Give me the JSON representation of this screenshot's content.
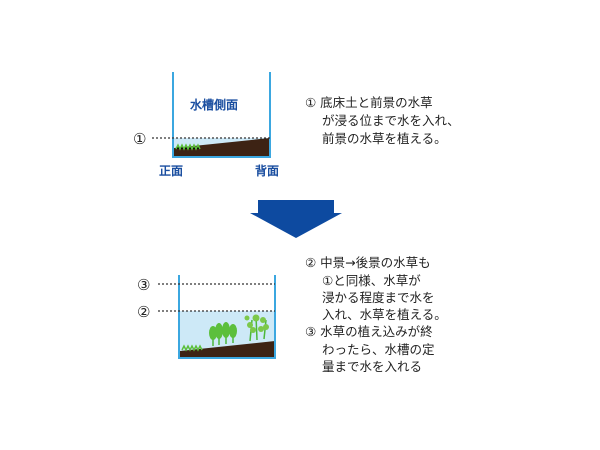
{
  "colors": {
    "wall": "#3ba7e0",
    "soil": "#3d2314",
    "water": "#cde9f7",
    "arrow": "#0d4aa0",
    "label": "#1a4ea0",
    "plant": "#5cbf3c"
  },
  "top_diagram": {
    "title": "水槽側面",
    "front": "正面",
    "back": "背面",
    "marker": "①"
  },
  "bottom_diagram": {
    "marker_3": "③",
    "marker_2": "②"
  },
  "step1": [
    "① 底床土と前景の水草",
    "が浸る位まで水を入れ、",
    "前景の水草を植える。"
  ],
  "step2": [
    "② 中景→後景の水草も",
    "①と同様、水草が",
    "浸かる程度まで水を",
    "入れ、水草を植える。"
  ],
  "step3": [
    "③ 水草の植え込みが終",
    "わったら、水槽の定",
    "量まで水を入れる"
  ]
}
